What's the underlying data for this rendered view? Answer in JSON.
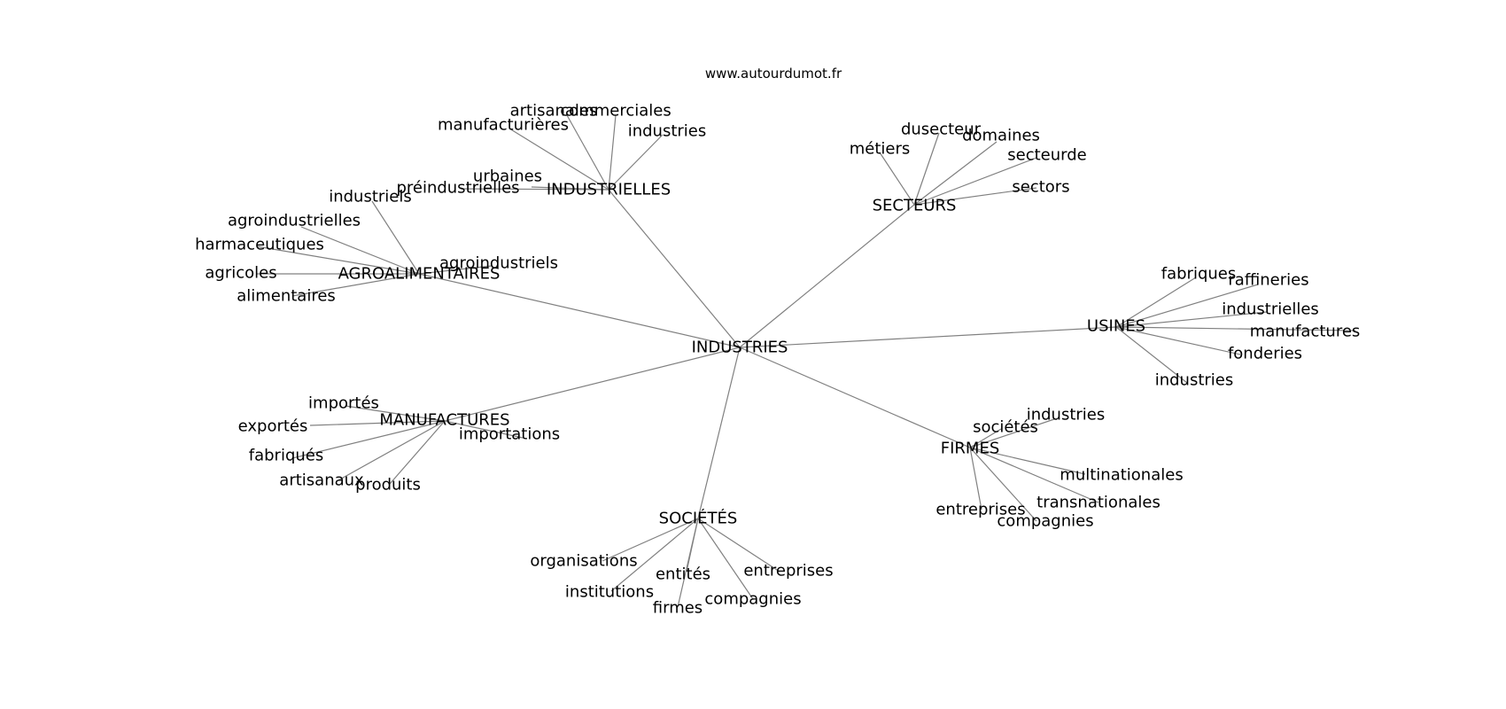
{
  "source": "www.autourdumot.fr",
  "colors": {
    "edge": "#808080",
    "text": "#000000",
    "background": "#ffffff"
  },
  "center": {
    "label": "INDUSTRIES"
  },
  "clusters": [
    {
      "label": "INDUSTRIELLES",
      "leaves": [
        "artisanales",
        "commerciales",
        "manufacturières",
        "industries",
        "urbaines",
        "préindustrielles"
      ]
    },
    {
      "label": "SECTEURS",
      "leaves": [
        "dusecteur",
        "domaines",
        "métiers",
        "secteurde",
        "sectors"
      ]
    },
    {
      "label": "AGROALIMENTAIRES",
      "leaves": [
        "industriels",
        "agroindustrielles",
        "harmaceutiques",
        "agroindustriels",
        "agricoles",
        "alimentaires"
      ]
    },
    {
      "label": "USINES",
      "leaves": [
        "fabriques",
        "raffineries",
        "industrielles",
        "manufactures",
        "fonderies",
        "industries"
      ]
    },
    {
      "label": "MANUFACTURES",
      "leaves": [
        "importés",
        "exportés",
        "importations",
        "fabriqués",
        "artisanaux",
        "produits"
      ]
    },
    {
      "label": "FIRMES",
      "leaves": [
        "industries",
        "sociétés",
        "multinationales",
        "entreprises",
        "transnationales",
        "compagnies"
      ]
    },
    {
      "label": "SOCIÉTÉS",
      "leaves": [
        "organisations",
        "entités",
        "entreprises",
        "institutions",
        "compagnies",
        "firmes"
      ]
    }
  ]
}
